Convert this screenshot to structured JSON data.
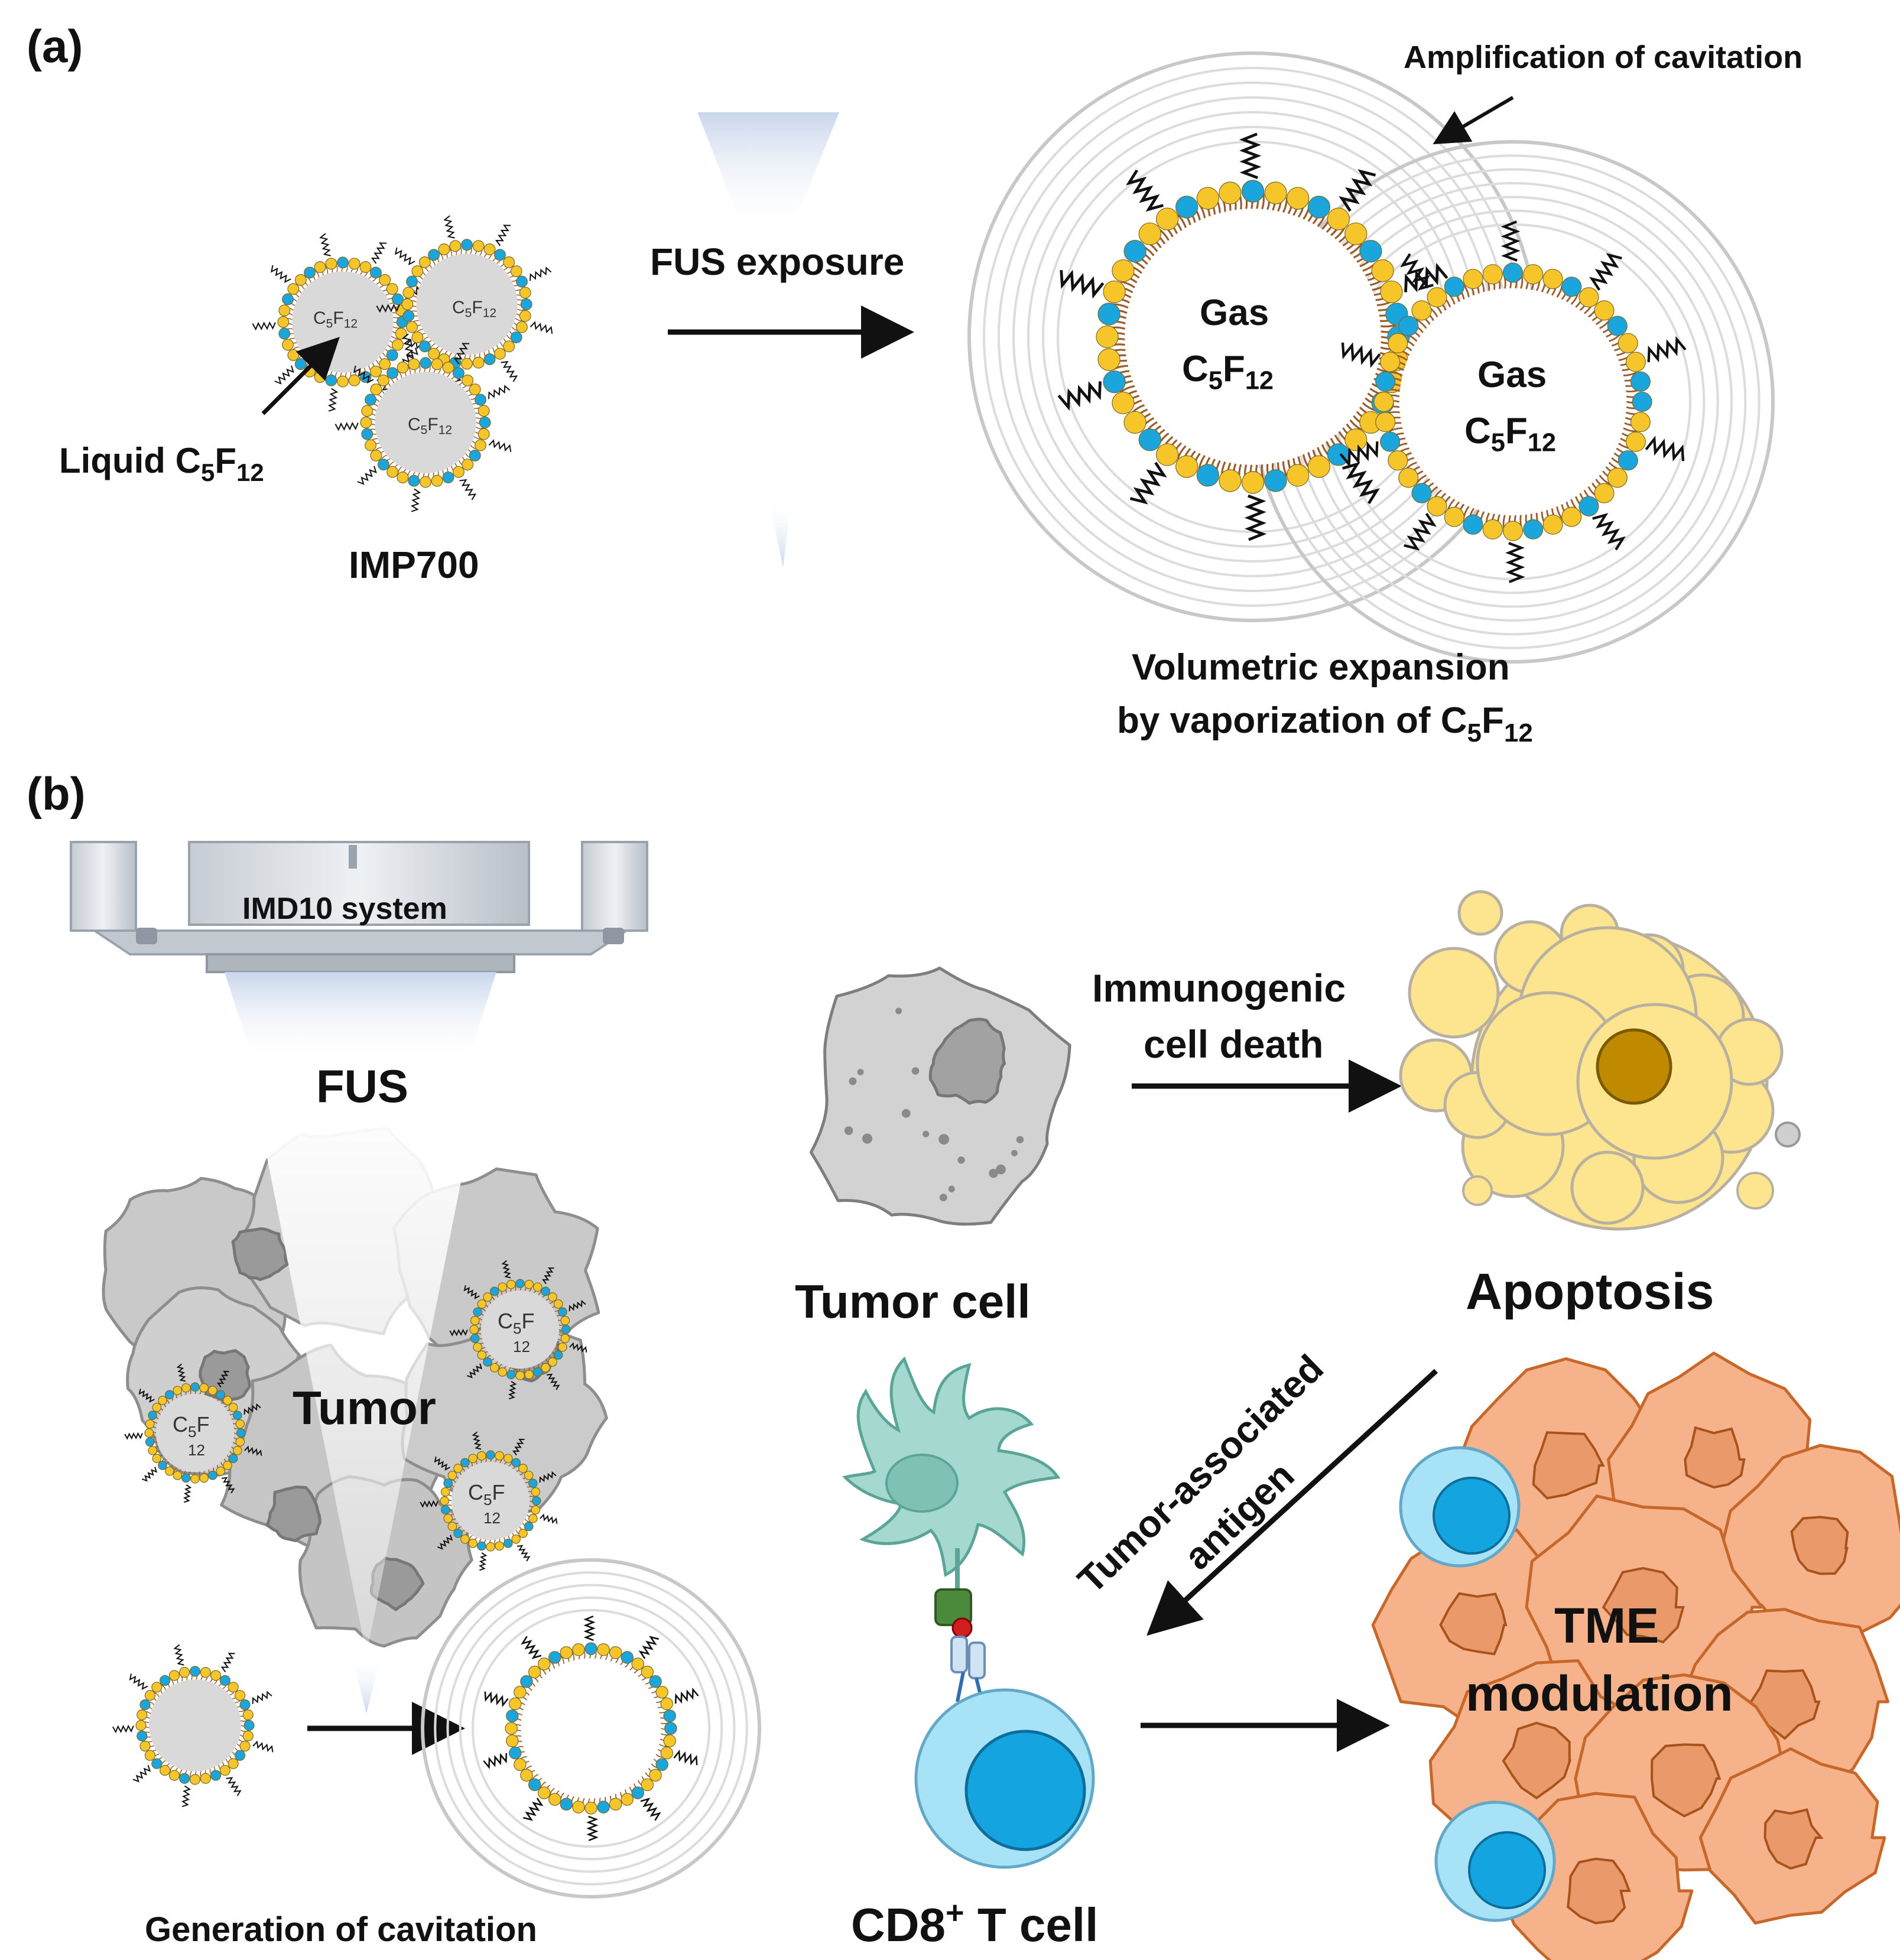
{
  "panel_a": {
    "label": "(a)",
    "liquid_label": "Liquid C",
    "liquid_sub5": "5",
    "liquid_F": "F",
    "liquid_sub12": "12",
    "particle_name": "IMP700",
    "arrow_label": "FUS exposure",
    "amplification_label": "Amplification of cavitation",
    "gas_word": "Gas",
    "expansion_line1": "Volumetric expansion",
    "expansion_line2": "by vaporization of C",
    "expansion_sub5": "5",
    "expansion_F": "F",
    "expansion_sub12": "12"
  },
  "panel_b": {
    "label": "(b)",
    "device_label": "IMD10 system",
    "fus_label": "FUS",
    "tumor_label": "Tumor",
    "cavitation_label": "Generation of cavitation",
    "tumor_cell_label": "Tumor cell",
    "icd_line1": "Immunogenic",
    "icd_line2": "cell death",
    "apoptosis_label": "Apoptosis",
    "antigen_line1": "Tumor-associated",
    "antigen_line2": "antigen",
    "tcell_label": "CD8",
    "tcell_sup": "+",
    "tcell_rest": " T cell",
    "tme_line1": "TME",
    "tme_line2": "modulation"
  },
  "chem": {
    "C": "C",
    "sub5": "5",
    "F": "F",
    "sub12": "12"
  },
  "colors": {
    "lipid_yellow": "#f5c52a",
    "lipid_blue": "#1aa6dd",
    "tail_brown": "#9a5a2a",
    "tumor_gray": "#c9c9c9",
    "apoptosis_yellow": "#fde48e",
    "tme_orange": "#f6b28a",
    "tcell_blue": "#a8e2f6",
    "dendritic_teal": "#a5d9cf"
  }
}
